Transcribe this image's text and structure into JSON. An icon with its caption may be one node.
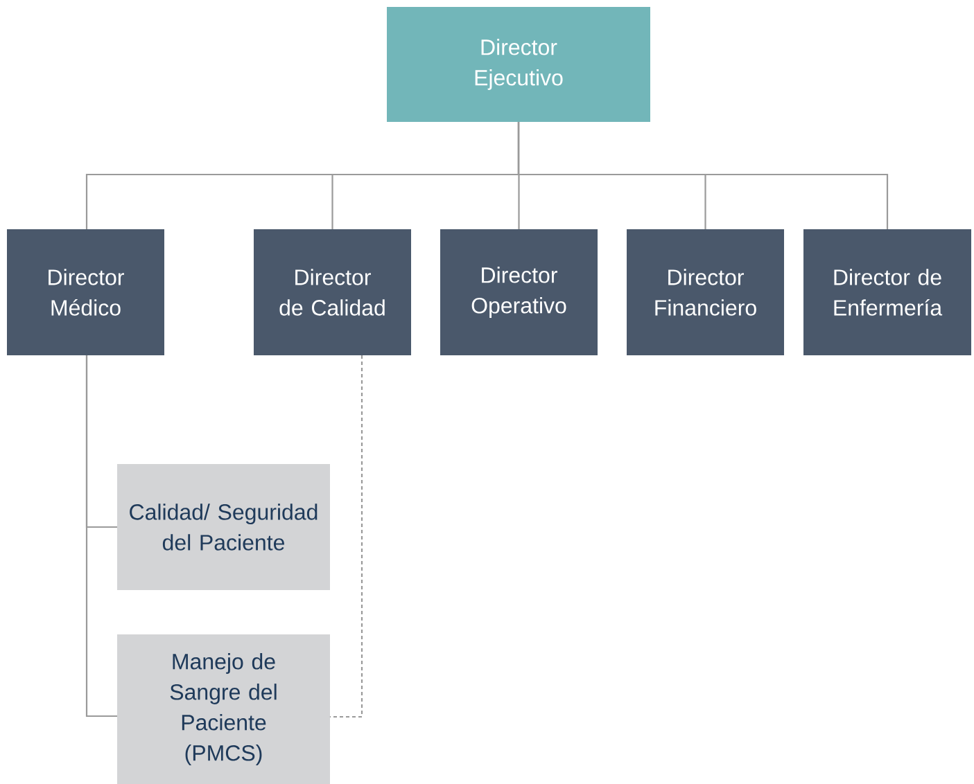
{
  "diagram": {
    "nodes": [
      {
        "text": [
          "Director Ejecutivo"
        ]
      },
      {
        "text": [
          "Director Médico"
        ]
      },
      {
        "text": [
          "Director de Calidad"
        ]
      },
      {
        "text": [
          "Director Operativo"
        ]
      },
      {
        "text": [
          "Director Financiero"
        ]
      },
      {
        "text": [
          "Director de Enfermería"
        ]
      },
      {
        "text": [
          "Calidad/ Seguridad del Paciente"
        ]
      },
      {
        "text": [
          "Manejo de Sangre del Paciente (PMCS)"
        ]
      }
    ],
    "edges": [
      {
        "from": 0,
        "to": 1,
        "arrow": "none"
      },
      {
        "from": 0,
        "to": 2,
        "arrow": "none"
      },
      {
        "from": 0,
        "to": 3,
        "arrow": "none"
      },
      {
        "from": 0,
        "to": 4,
        "arrow": "none"
      },
      {
        "from": 0,
        "to": 5,
        "arrow": "none"
      },
      {
        "from": 1,
        "to": 6,
        "arrow": "none"
      },
      {
        "from": 1,
        "to": 7,
        "arrow": "none"
      },
      {
        "from": 2,
        "to": 7,
        "arrow": "none",
        "style": "dashed"
      }
    ]
  }
}
